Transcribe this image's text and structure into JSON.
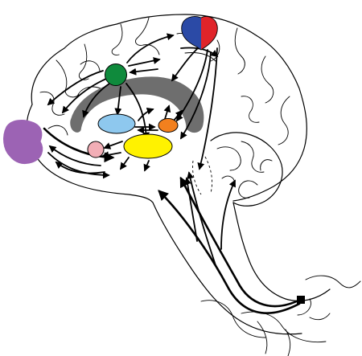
{
  "diagram": {
    "colors": {
      "outline": "#000000",
      "background": "#ffffff",
      "corpus_callosum": "#6e6e6e",
      "green_node": "#0f8a3c",
      "blue_left": "#2b4aa6",
      "red_right": "#e0242a",
      "purple_region": "#9c63b4",
      "light_blue_node": "#8ec8ee",
      "orange_node": "#f2801e",
      "pink_node": "#f2aeb6",
      "yellow_node": "#fff200"
    },
    "structures": [
      {
        "id": "corpus-callosum",
        "icon": "gray-arc"
      },
      {
        "id": "green-node",
        "icon": "green-circle"
      },
      {
        "id": "blue-red-region",
        "icon": "split-heart"
      },
      {
        "id": "purple-region",
        "icon": "purple-blob"
      },
      {
        "id": "light-blue-node",
        "icon": "light-blue-ellipse"
      },
      {
        "id": "orange-node",
        "icon": "orange-ellipse"
      },
      {
        "id": "pink-node",
        "icon": "pink-circle"
      },
      {
        "id": "yellow-node",
        "icon": "yellow-ellipse"
      },
      {
        "id": "brainstem-terminal",
        "icon": "black-square"
      }
    ]
  }
}
